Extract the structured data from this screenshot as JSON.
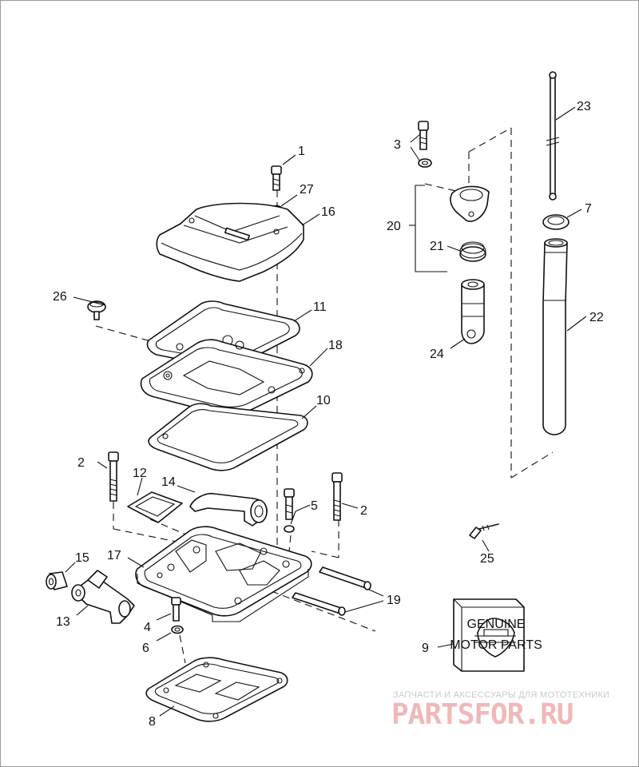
{
  "diagram": {
    "callouts": [
      {
        "id": "c1",
        "text": "1"
      },
      {
        "id": "c2a",
        "text": "2"
      },
      {
        "id": "c2b",
        "text": "2"
      },
      {
        "id": "c3",
        "text": "3"
      },
      {
        "id": "c4",
        "text": "4"
      },
      {
        "id": "c5",
        "text": "5"
      },
      {
        "id": "c6",
        "text": "6"
      },
      {
        "id": "c7",
        "text": "7"
      },
      {
        "id": "c8",
        "text": "8"
      },
      {
        "id": "c9",
        "text": "9"
      },
      {
        "id": "c10",
        "text": "10"
      },
      {
        "id": "c11",
        "text": "11"
      },
      {
        "id": "c12",
        "text": "12"
      },
      {
        "id": "c13",
        "text": "13"
      },
      {
        "id": "c14",
        "text": "14"
      },
      {
        "id": "c15",
        "text": "15"
      },
      {
        "id": "c16",
        "text": "16"
      },
      {
        "id": "c17",
        "text": "17"
      },
      {
        "id": "c18",
        "text": "18"
      },
      {
        "id": "c19",
        "text": "19"
      },
      {
        "id": "c20",
        "text": "20"
      },
      {
        "id": "c21",
        "text": "21"
      },
      {
        "id": "c22",
        "text": "22"
      },
      {
        "id": "c23",
        "text": "23"
      },
      {
        "id": "c24",
        "text": "24"
      },
      {
        "id": "c25",
        "text": "25"
      },
      {
        "id": "c26",
        "text": "26"
      },
      {
        "id": "c27",
        "text": "27"
      }
    ],
    "box_badge": [
      "GENUINE",
      "MOTOR PARTS"
    ]
  },
  "watermark": {
    "line1": "ЗАПЧАСТИ И АКСЕССУАРЫ ДЛЯ МОТОТЕХНИКИ",
    "logo": "PARTSFOR.RU"
  },
  "colors": {
    "line": "#111111",
    "watermark_logo": "#f0b8b8",
    "watermark_text": "#c8c8c8"
  }
}
